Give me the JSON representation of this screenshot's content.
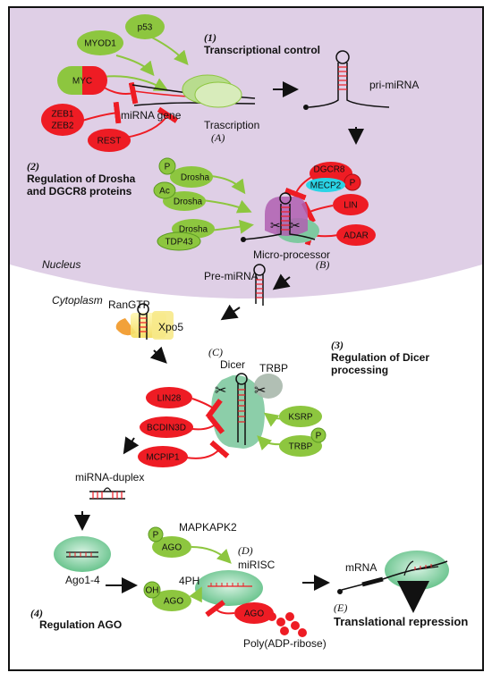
{
  "sections": {
    "s1_num": "(1)",
    "s1_title": "Transcriptional control",
    "s2_num": "(2)",
    "s2_title_l1": "Regulation of Drosha",
    "s2_title_l2": "and DGCR8 proteins",
    "s3_num": "(3)",
    "s3_title_l1": "Regulation of Dicer",
    "s3_title_l2": "processing",
    "s4_num": "(4)",
    "s4_title": "Regulation AGO",
    "sE_num": "(E)",
    "sE_title": "Translational repression"
  },
  "step_letters": {
    "A": "(A)",
    "B": "(B)",
    "C": "(C)",
    "D": "(D)"
  },
  "labels": {
    "pri_mirna": "pri-miRNA",
    "mirna_gene": "miRNA gene",
    "trascription": "Trascription",
    "micro_processor": "Micro-processor",
    "nucleus": "Nucleus",
    "cytoplasm": "Cytoplasm",
    "pre_mirna": "Pre-miRNA",
    "rangtp": "RanGTP",
    "xpo5": "Xpo5",
    "dicer": "Dicer",
    "trbp_top": "TRBP",
    "mirna_duplex": "miRNA-duplex",
    "ago1_4": "Ago1-4",
    "mapkapk2": "MAPKAPK2",
    "mirisc": "miRISC",
    "fourph": "4PH",
    "mrna": "mRNA",
    "poly_adp": "Poly(ADP-ribose)"
  },
  "proteins": {
    "myod1": "MYOD1",
    "p53": "p53",
    "myc": "MYC",
    "zeb1": "ZEB1",
    "zeb2": "ZEB2",
    "rest": "REST",
    "p_drosha_p": "P",
    "drosha1": "Drosha",
    "ac": "Ac",
    "drosha2": "Drosha",
    "drosha3": "Drosha",
    "tdp43": "TDP43",
    "dgcr8": "DGCR8",
    "dgcr8_p": "P",
    "mecp2": "MECP2",
    "lin": "LIN",
    "adar": "ADAR",
    "lin28": "LIN28",
    "bcdin3d": "BCDIN3D",
    "mcpip1": "MCPIP1",
    "ksrp": "KSRP",
    "trbp": "TRBP",
    "trbp_p": "P",
    "ago_p": "P",
    "ago1": "AGO",
    "oh": "OH",
    "ago2": "AGO",
    "ago_red": "AGO"
  },
  "colors": {
    "nucleus_fill": "#dfcfe6",
    "activator_green": "#8dc63f",
    "inhibitor_red": "#ee1c24",
    "mecp2_cyan": "#2ad4e6",
    "microprocessor_magenta": "#b05fb0",
    "dicer_green": "#7fc9a0",
    "risc_green": "#9ad8b4"
  }
}
